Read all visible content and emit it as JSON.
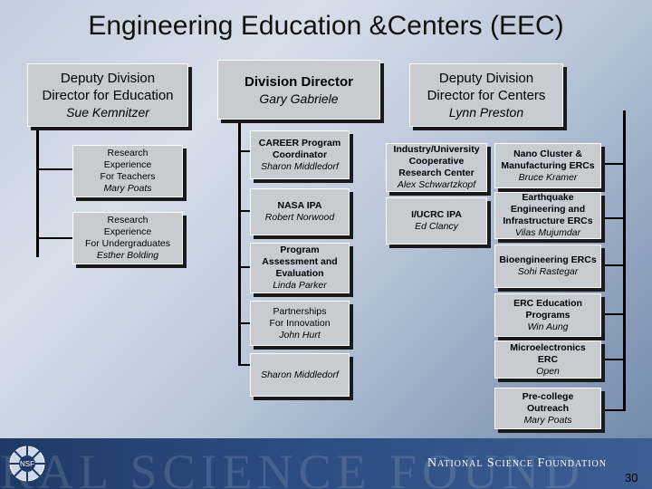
{
  "title": "Engineering Education &Centers (EEC)",
  "boxes": {
    "deputy_education": {
      "line1": "Deputy Division",
      "line2": "Director for Education",
      "name": "Sue Kemnitzer"
    },
    "division_director": {
      "line1": "Division Director",
      "name": "Gary Gabriele"
    },
    "deputy_centers": {
      "line1": "Deputy Division",
      "line2": "Director for Centers",
      "name": "Lynn Preston"
    },
    "ret": {
      "line1": "Research",
      "line2": "Experience",
      "line3": "For Teachers",
      "name": "Mary Poats"
    },
    "reu": {
      "line1": "Research",
      "line2": "Experience",
      "line3": "For Undergraduates",
      "name": "Esther Bolding"
    },
    "career": {
      "line1": "CAREER Program",
      "line2": "Coordinator",
      "name": "Sharon Middledorf"
    },
    "nasa": {
      "line1": "NASA IPA",
      "name": "Robert Norwood"
    },
    "assessment": {
      "line1": "Program",
      "line2": "Assessment and",
      "line3": "Evaluation",
      "name": "Linda Parker"
    },
    "partnerships": {
      "line1": "Partnerships",
      "line2": "For Innovation",
      "name": "John Hurt"
    },
    "middledorf2": {
      "name": "Sharon Middledorf"
    },
    "iucrc_center": {
      "line1": "Industry/University",
      "line2": "Cooperative",
      "line3": "Research Center",
      "name": "Alex Schwartzkopf"
    },
    "iucrc_ipa": {
      "line1": "I/UCRC IPA",
      "name": "Ed Clancy"
    },
    "nano": {
      "line1": "Nano Cluster &",
      "line2": "Manufacturing ERCs",
      "name": "Bruce Kramer"
    },
    "earthquake": {
      "line1": "Earthquake",
      "line2": "Engineering and",
      "line3": "Infrastructure ERCs",
      "name": "Vilas Mujumdar"
    },
    "bio": {
      "line1": "Bioengineering ERCs",
      "name": "Sohi Rastegar"
    },
    "erc_edu": {
      "line1": "ERC Education",
      "line2": "Programs",
      "name": "Win Aung"
    },
    "micro": {
      "line1": "Microelectronics",
      "line2": "ERC",
      "name": "Open"
    },
    "precollege": {
      "line1": "Pre-college",
      "line2": "Outreach",
      "name": "Mary Poats"
    }
  },
  "footer": {
    "watermark": "RAL SCIENCE FOUND",
    "org": "National Science Foundation",
    "logo_text": "NSF"
  },
  "page_number": "30"
}
